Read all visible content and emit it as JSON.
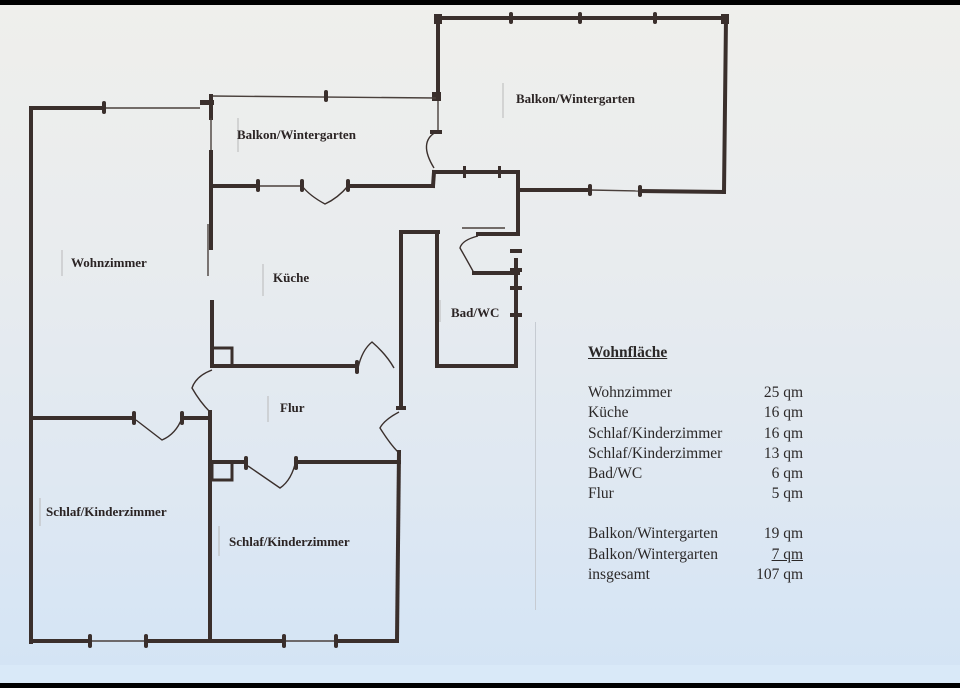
{
  "document": {
    "type": "floor-plan",
    "rooms": [
      {
        "id": "balkon-large",
        "label": "Balkon/Wintergarten"
      },
      {
        "id": "balkon-small",
        "label": "Balkon/Wintergarten"
      },
      {
        "id": "wohnzimmer",
        "label": "Wohnzimmer"
      },
      {
        "id": "kueche",
        "label": "Küche"
      },
      {
        "id": "bad",
        "label": "Bad/WC"
      },
      {
        "id": "flur",
        "label": "Flur"
      },
      {
        "id": "schlaf-left",
        "label": "Schlaf/Kinderzimmer"
      },
      {
        "id": "schlaf-right",
        "label": "Schlaf/Kinderzimmer"
      }
    ]
  },
  "legend": {
    "title": "Wohnfläche",
    "living_rows": [
      {
        "room": "Wohnzimmer",
        "area": "25 qm"
      },
      {
        "room": "Küche",
        "area": "16 qm"
      },
      {
        "room": "Schlaf/Kinderzimmer",
        "area": "16 qm"
      },
      {
        "room": "Schlaf/Kinderzimmer",
        "area": "13 qm"
      },
      {
        "room": "Bad/WC",
        "area": "6 qm"
      },
      {
        "room": "Flur",
        "area": "5 qm"
      }
    ],
    "extra_rows": [
      {
        "room": "Balkon/Wintergarten",
        "area": "19 qm"
      },
      {
        "room": "Balkon/Wintergarten",
        "area": "7 qm"
      }
    ],
    "total": {
      "room": "insgesamt",
      "area": "107 qm"
    }
  }
}
